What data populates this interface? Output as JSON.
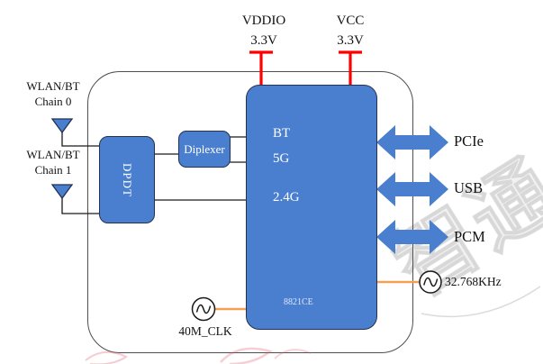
{
  "power_rails": [
    {
      "name": "VDDIO",
      "voltage": "3.3V"
    },
    {
      "name": "VCC",
      "voltage": "3.3V"
    }
  ],
  "antennas": [
    {
      "system": "WLAN/BT",
      "chain": "Chain 0"
    },
    {
      "system": "WLAN/BT",
      "chain": "Chain 1"
    }
  ],
  "blocks": {
    "dpdt_label": "DPDT",
    "diplexer_label": "Diplexer",
    "chip": {
      "radios": [
        "BT",
        "5G",
        "2.4G"
      ],
      "part_number": "8821CE"
    }
  },
  "interfaces": [
    {
      "label": "PCIe"
    },
    {
      "label": "USB"
    },
    {
      "label": "PCM"
    }
  ],
  "clocks": [
    {
      "label": "40M_CLK"
    },
    {
      "label": "32.768KHz"
    }
  ],
  "watermark": {
    "text": "智通"
  },
  "colors": {
    "block_fill": "#4a7fd0",
    "block_border": "#24324f",
    "power_line": "#ff0000",
    "clock_line": "#f2a154",
    "wire": "#1a1a1a",
    "module_border": "#4f4f4f"
  }
}
